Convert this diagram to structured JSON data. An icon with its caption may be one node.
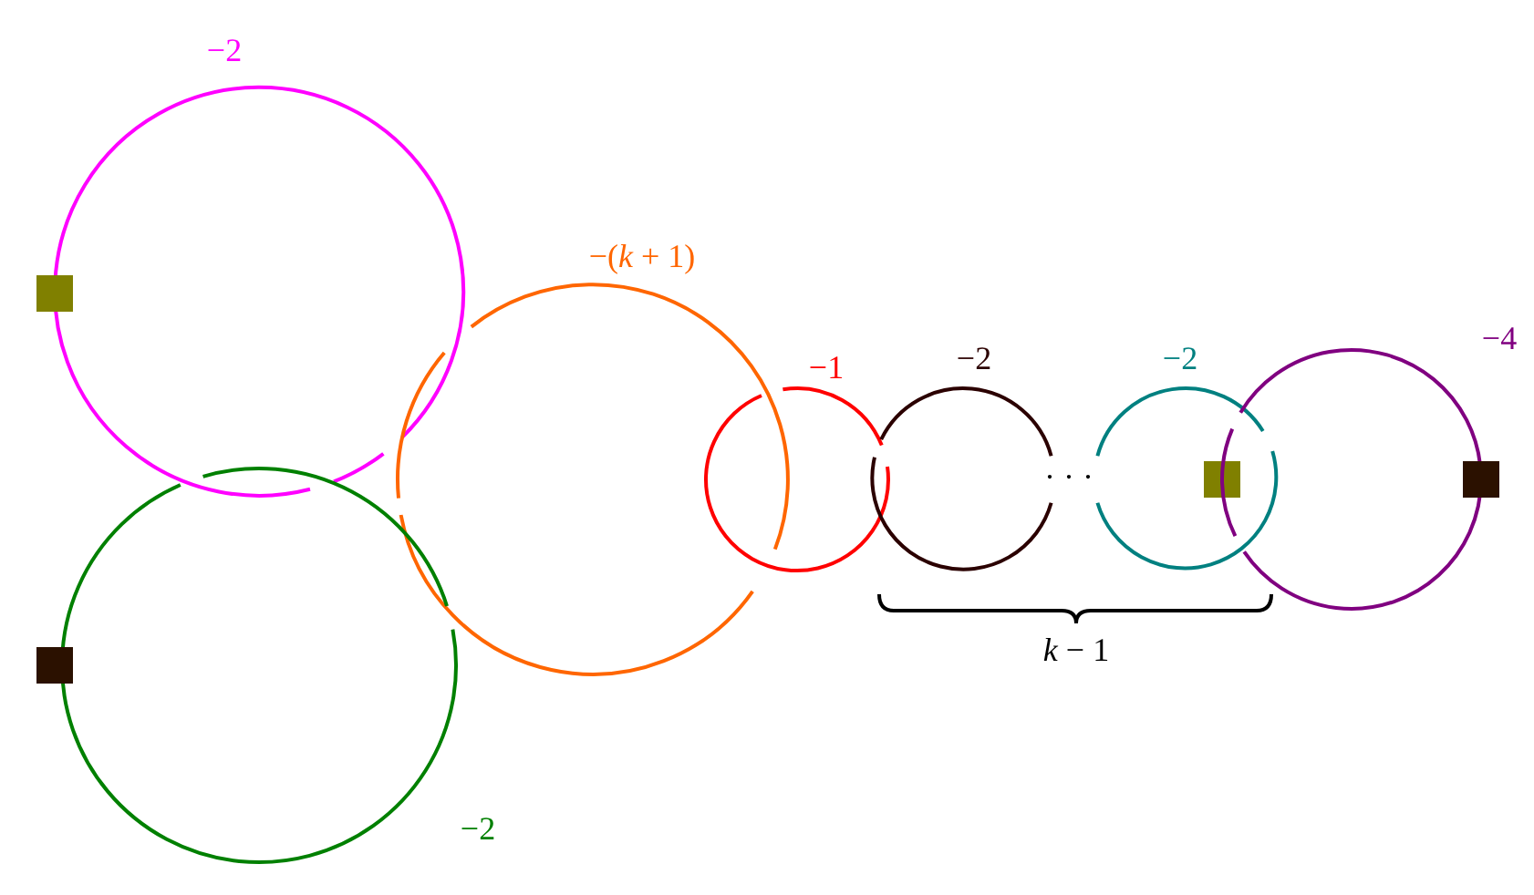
{
  "diagram": {
    "nodes": [
      {
        "text": [],
        "shape": "circle",
        "beside": [
          "−2"
        ]
      },
      {
        "text": [],
        "shape": "box"
      },
      {
        "text": [],
        "shape": "circle",
        "beside": [
          "−(*k* + 1)"
        ]
      },
      {
        "text": [],
        "shape": "circle",
        "beside": [
          "−1"
        ]
      },
      {
        "text": [],
        "shape": "circle",
        "beside": [
          "−2"
        ]
      },
      {
        "text": [],
        "shape": "circle",
        "beside": [
          "−2"
        ]
      },
      {
        "text": [],
        "shape": "box",
        "in": 5
      },
      {
        "text": [],
        "shape": "circle",
        "beside": [
          "−4"
        ]
      },
      {
        "text": [],
        "shape": "box"
      },
      {
        "text": [],
        "shape": "circle",
        "beside": [
          "−2"
        ]
      },
      {
        "text": [],
        "shape": "box"
      }
    ],
    "labels": [
      "· · ·",
      "*k* − 1"
    ]
  }
}
